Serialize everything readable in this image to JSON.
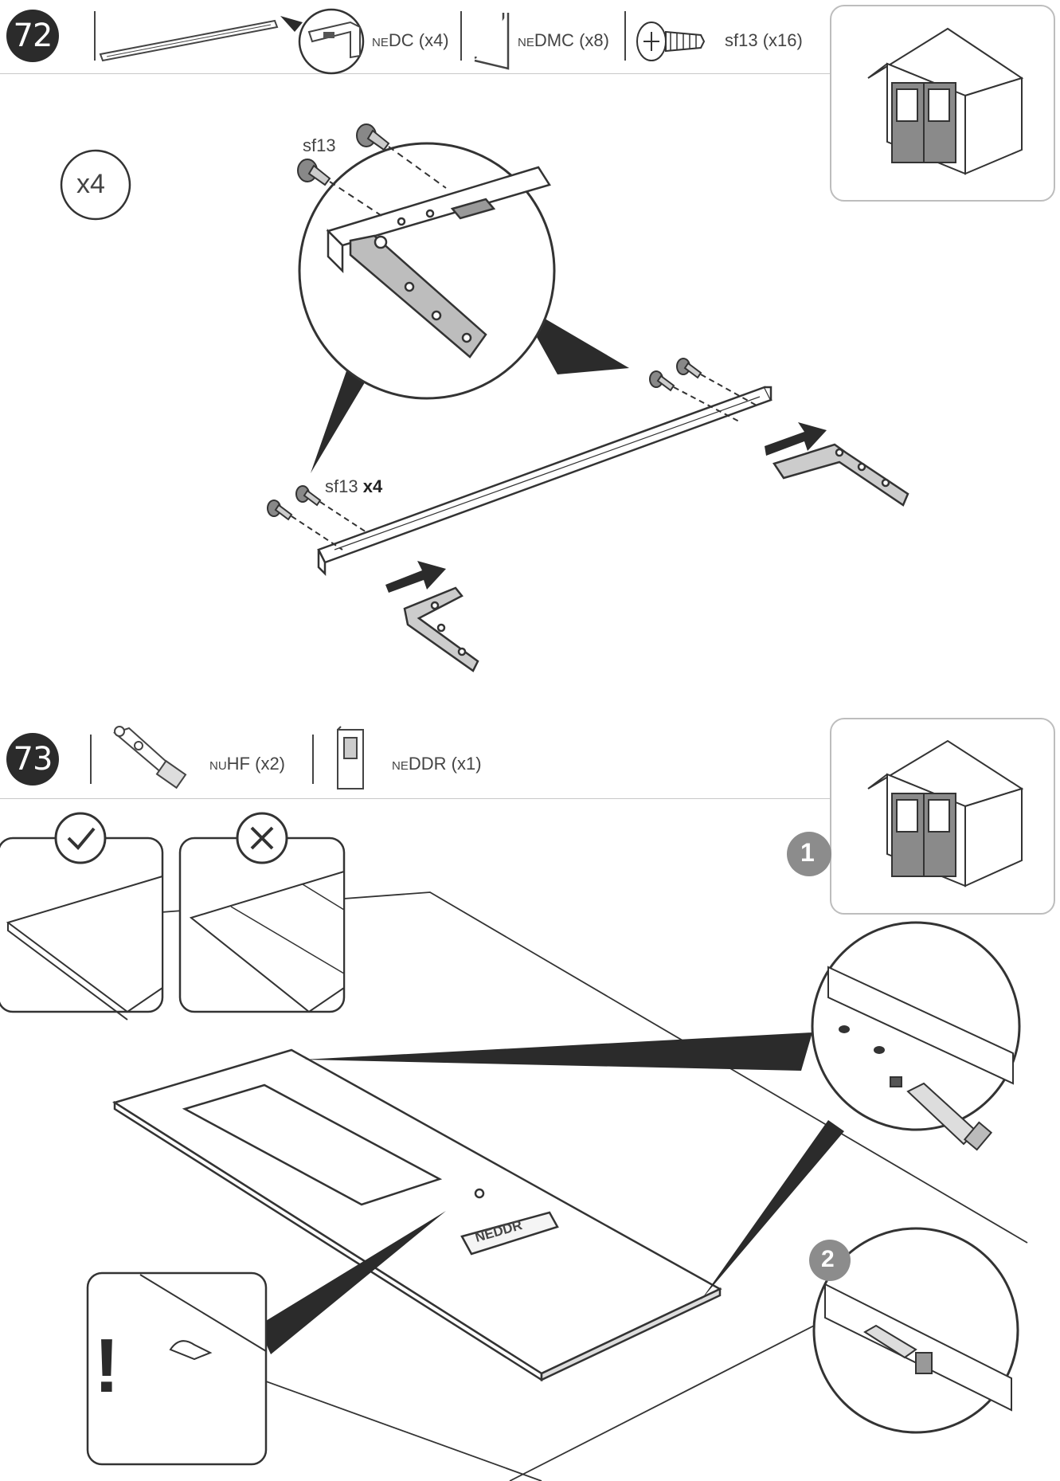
{
  "step72": {
    "number": "72",
    "parts": [
      {
        "prefix": "NE",
        "code": "DC",
        "qty": "(x4)"
      },
      {
        "prefix": "NE",
        "code": "DMC",
        "qty": "(x8)"
      },
      {
        "prefix": "",
        "code": "sf13",
        "qty": "(x16)"
      }
    ],
    "multiplier": "x4",
    "screw_label_top": "sf13",
    "screw_label_bottom": "sf13",
    "screw_label_bottom_qty": "x4"
  },
  "step73": {
    "number": "73",
    "parts": [
      {
        "prefix": "NU",
        "code": "HF",
        "qty": "(x2)"
      },
      {
        "prefix": "NE",
        "code": "DDR",
        "qty": "(x1)"
      }
    ],
    "callout_1": "1",
    "callout_2": "2",
    "warning_mark": "!",
    "panel_label": "NEDDR"
  },
  "icons": [
    "checkmark-icon",
    "cross-icon",
    "warning-icon",
    "arrow-icon"
  ],
  "colors": {
    "ink": "#2b2b2b",
    "shed_fill": "#8a8a8a",
    "badge_gray": "#8c8c8c"
  }
}
